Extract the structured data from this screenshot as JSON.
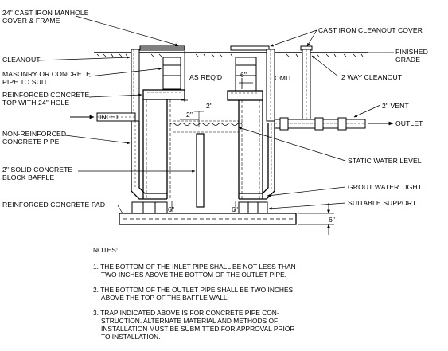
{
  "labels": {
    "manhole_cover_1": "24\" CAST IRON MANHOLE",
    "manhole_cover_2": "COVER & FRAME",
    "cleanout_cover": "CAST IRON CLEANOUT COVER",
    "cleanout": "CLEANOUT",
    "finished_grade_1": "FINISHED",
    "finished_grade_2": "GRADE",
    "masonry_1": "MASONRY OR CONCRETE",
    "masonry_2": "PIPE TO SUIT",
    "as_reqd": "AS REQ'D",
    "six_in_top": "6\"",
    "omit": "OMIT",
    "two_way_cleanout": "2 WAY CLEANOUT",
    "reinforced_top_1": "REINFORCED CONCRETE",
    "reinforced_top_2": "TOP WITH 24\" HOLE",
    "two_in_vent": "2\" VENT",
    "two_in_mid": "2\"",
    "two_in_water": "2\"",
    "inlet": "INLET",
    "outlet": "OUTLET",
    "non_reinforced_1": "NON-REINFORCED",
    "non_reinforced_2": "CONCRETE PIPE",
    "static_water": "STATIC WATER LEVEL",
    "baffle_1": "2\" SOLID CONCRETE",
    "baffle_2": "BLOCK BAFFLE",
    "grout": "GROUT WATER TIGHT",
    "pad": "REINFORCED CONCRETE PAD",
    "support": "SUITABLE SUPPORT",
    "six_left": "6\"",
    "six_mid": "6\"",
    "six_right": "6\""
  },
  "notes": {
    "heading": "NOTES:",
    "n1_a": "1. THE BOTTOM OF THE INLET PIPE SHALL BE NOT LESS THAN",
    "n1_b": "TWO INCHES ABOVE THE BOTTOM OF THE OUTLET PIPE.",
    "n2_a": "2. THE BOTTOM OF THE OUTLET PIPE SHALL BE TWO INCHES",
    "n2_b": "ABOVE THE TOP OF THE BAFFLE WALL.",
    "n3_a": "3. TRAP INDICATED ABOVE IS FOR CONCRETE PIPE CON-",
    "n3_b": "STRUCTION.  ALTERNATE MATERIAL AND METHODS OF",
    "n3_c": "INSTALLATION MUST BE SUBMITTED FOR APPROVAL PRIOR",
    "n3_d": "TO INSTALLATION."
  }
}
